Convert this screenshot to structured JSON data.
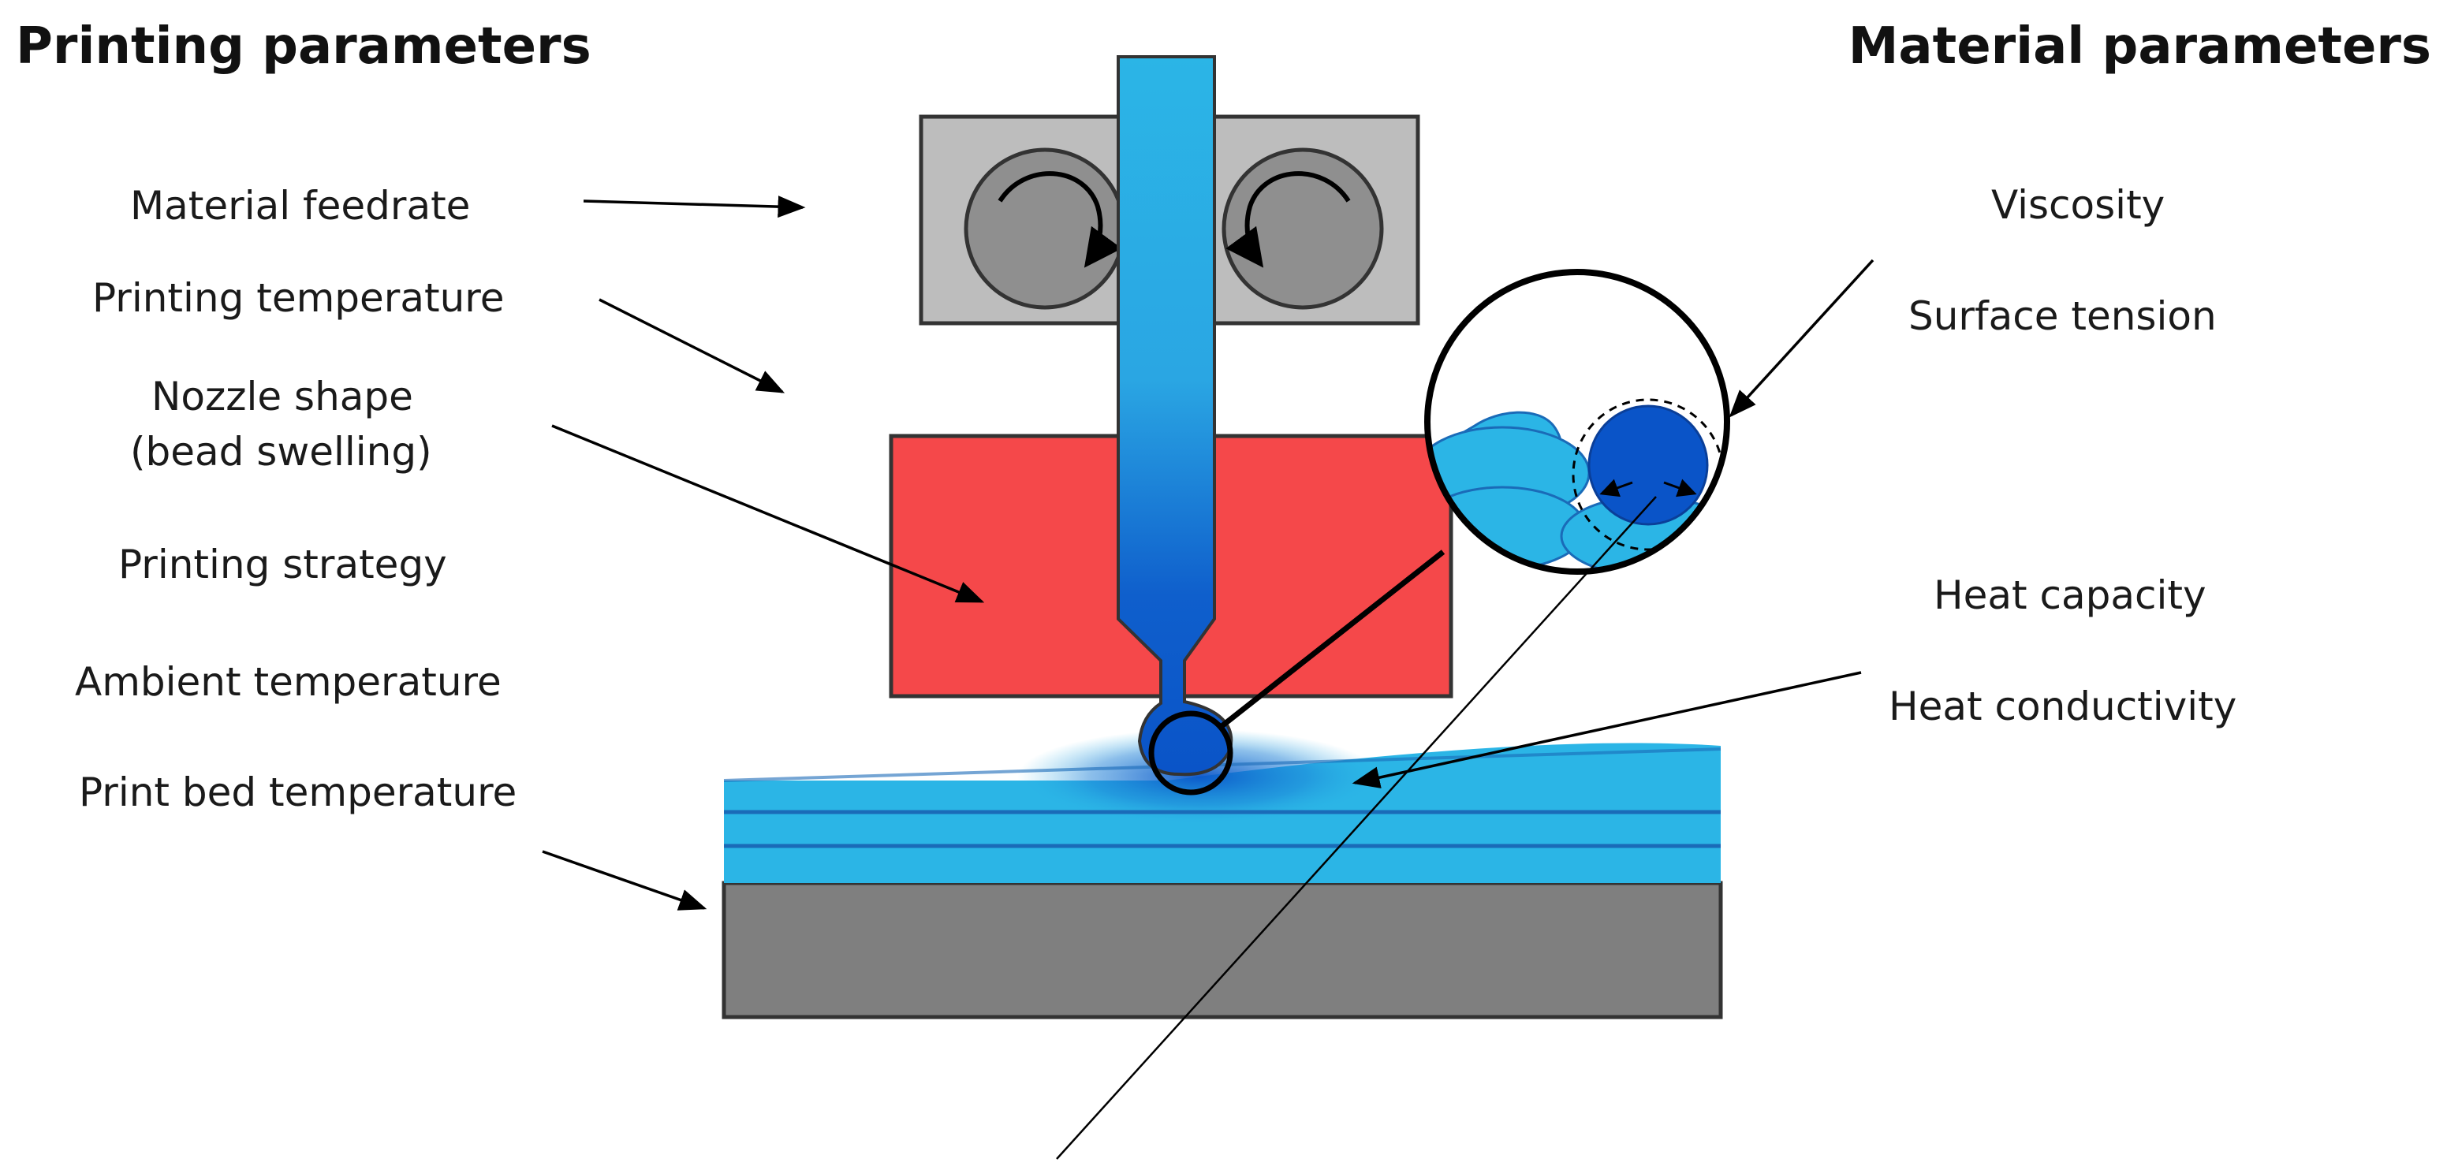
{
  "headings": {
    "left": "Printing parameters",
    "right": "Material parameters"
  },
  "printing_parameters": [
    "Material feedrate",
    "Printing temperature",
    "Nozzle shape",
    "(bead swelling)",
    "Printing strategy",
    "Ambient temperature",
    "Print bed temperature"
  ],
  "material_parameters": [
    "Viscosity",
    "Surface tension",
    "Heat capacity",
    "Heat conductivity"
  ],
  "colors": {
    "filament_light": "#2bb5e6",
    "filament_dark": "#0a54c8",
    "heater_block": "#f5484a",
    "roller_housing": "#bdbdbd",
    "roller": "#8f8f8f",
    "print_bed": "#7f7f7f",
    "outline": "#333333"
  }
}
